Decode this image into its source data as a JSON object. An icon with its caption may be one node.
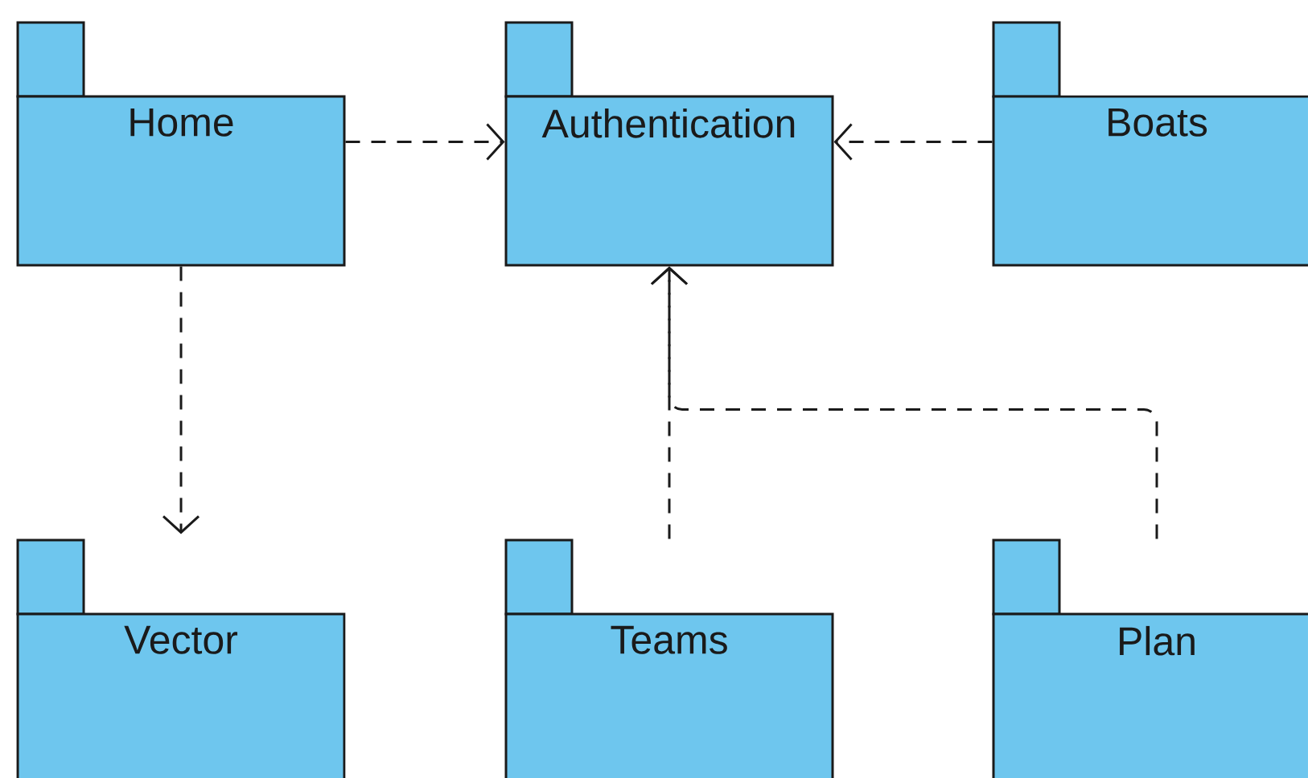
{
  "diagram": {
    "nodes": [
      {
        "text": [
          "Home"
        ]
      },
      {
        "text": [
          "Authentication"
        ]
      },
      {
        "text": [
          "Boats"
        ]
      },
      {
        "text": [
          "Vector"
        ]
      },
      {
        "text": [
          "Teams"
        ]
      },
      {
        "text": [
          "Plan"
        ]
      }
    ],
    "edges": [
      {
        "from": 0,
        "to": 1,
        "arrow": "to",
        "style": "dashed"
      },
      {
        "from": 2,
        "to": 1,
        "arrow": "to",
        "style": "dashed"
      },
      {
        "from": 0,
        "to": 3,
        "arrow": "to",
        "style": "dashed"
      },
      {
        "from": 4,
        "to": 1,
        "arrow": "to",
        "style": "dashed"
      },
      {
        "from": 5,
        "to": 1,
        "arrow": "to",
        "style": "dashed"
      }
    ]
  }
}
